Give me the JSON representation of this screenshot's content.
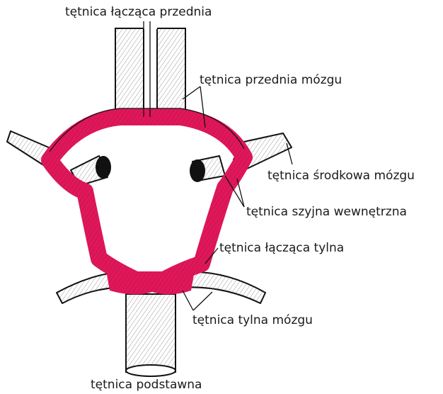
{
  "colors": {
    "circle": "#e0175a",
    "outline": "#111111",
    "vessel_fill": "#ffffff",
    "text": "#1a1a1a"
  },
  "labels": {
    "anterior_communicating": "tętnica łącząca przednia",
    "anterior_cerebral": "tętnica przednia mózgu",
    "middle_cerebral": "tętnica środkowa mózgu",
    "internal_carotid": "tętnica szyjna wewnętrzna",
    "posterior_communicating": "tętnica łącząca tylna",
    "posterior_cerebral": "tętnica tylna mózgu",
    "basilar": "tętnica podstawna"
  }
}
